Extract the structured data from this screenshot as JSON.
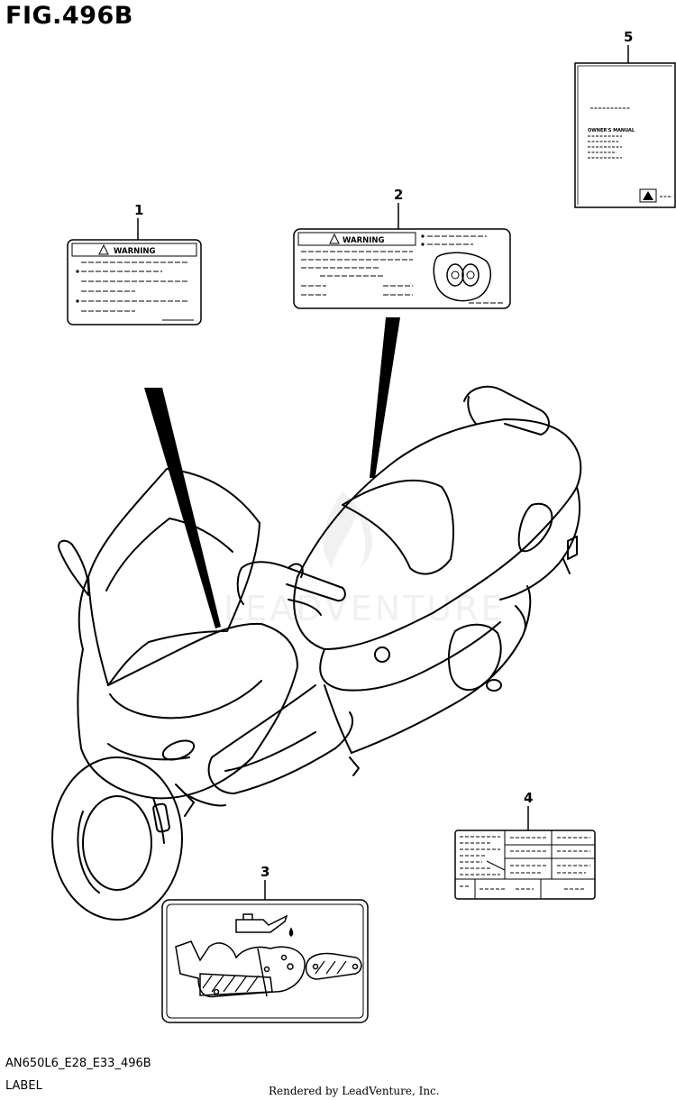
{
  "figure": {
    "title": "FIG.496B",
    "code": "AN650L6_E28_E33_496B",
    "subtitle": "LABEL",
    "rendered_by": "Rendered by LeadVenture, Inc.",
    "watermark": "LEADVENTURE"
  },
  "callouts": [
    {
      "number": "1",
      "label_text": "WARNING"
    },
    {
      "number": "2",
      "label_text": "WARNING"
    },
    {
      "number": "3"
    },
    {
      "number": "4"
    },
    {
      "number": "5",
      "label_text": "OWNER'S MANUAL"
    }
  ]
}
